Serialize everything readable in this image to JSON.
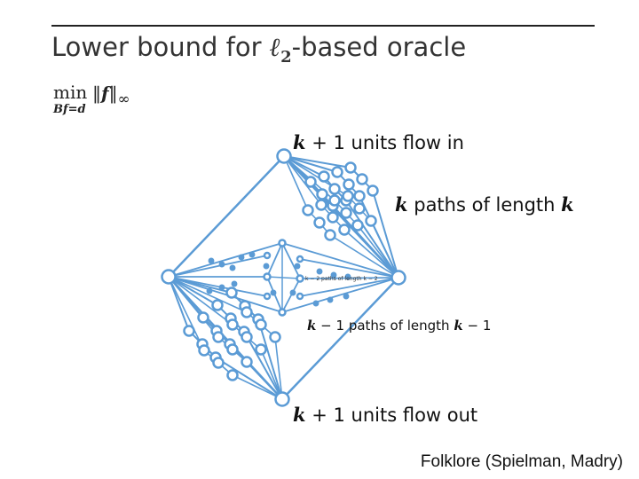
{
  "slide": {
    "title_prefix": "Lower bound for ",
    "title_symbol": "ℓ",
    "title_subscript": "2",
    "title_suffix": "-based oracle",
    "formula_operator": "min",
    "formula_constraint": "Bf=d",
    "formula_norm_var": "f",
    "formula_norm_sub": "∞",
    "citation": "Folklore (Spielman, Madry)"
  },
  "diagram": {
    "in_k": "k",
    "in_text": " + 1 units flow in",
    "paths_k": "k",
    "paths_text": " paths of length ",
    "paths_k2": "k",
    "mid_k": "k",
    "mid_text": " − 1 paths of length ",
    "mid_k2": "k",
    "mid_text2": " − 1",
    "out_k": "k",
    "out_text": " + 1 units flow out",
    "small_text": "k − 2 paths of length k − 2",
    "colors": {
      "edge": "#5b9bd5",
      "node_fill": "#ffffff",
      "node_stroke": "#5b9bd5"
    }
  }
}
